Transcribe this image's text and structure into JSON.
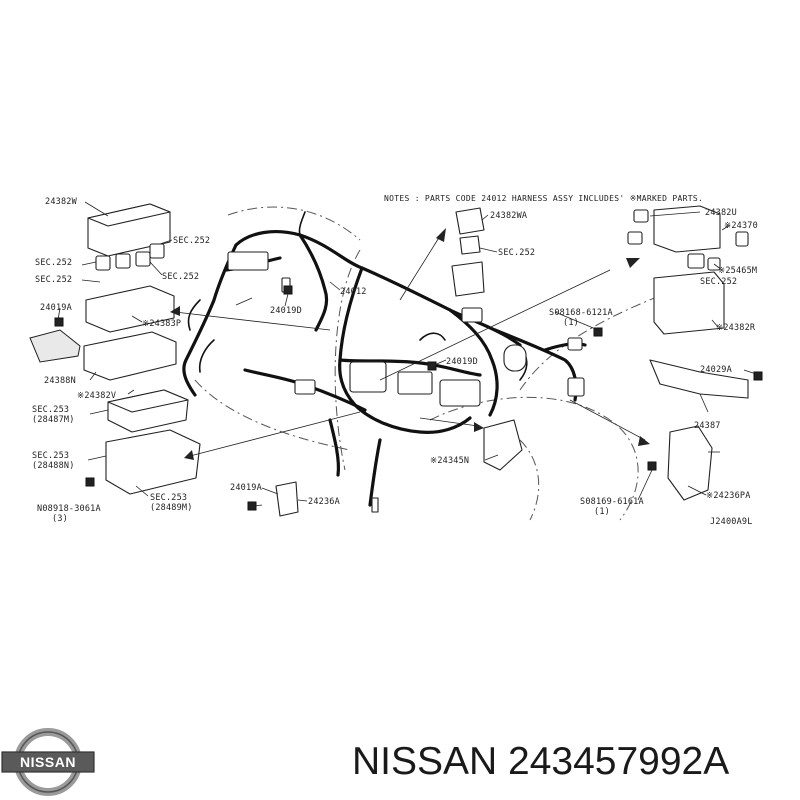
{
  "notes": "NOTES : PARTS CODE 24012 HARNESS ASSY INCLUDES' ※MARKED PARTS.",
  "labels": {
    "l_24382W": "24382W",
    "l_sec252_a": "SEC.252",
    "l_sec252_b": "SEC.252",
    "l_sec252_c": "SEC.252",
    "l_sec252_d": "SEC.252",
    "l_24019A_a": "24019A",
    "l_24383P": "※24383P",
    "l_24388N": "24388N",
    "l_24382V": "※24382V",
    "l_sec253_a": "SEC.253",
    "l_28487M": "(28487M)",
    "l_sec253_b": "SEC.253",
    "l_28488N": "(28488N)",
    "l_08918": "N08918-3061A",
    "l_qty3": "(3)",
    "l_sec253_c": "SEC.253",
    "l_28489M": "(28489M)",
    "l_24382WA": "24382WA",
    "l_sec252_e": "SEC.252",
    "l_24012": "24012",
    "l_24019D_a": "24019D",
    "l_24019D_b": "24019D",
    "l_08168": "S08168-6121A",
    "l_qty1_a": "(1)",
    "l_24382U": "24382U",
    "l_24370": "※24370",
    "l_25465M": "※25465M",
    "l_sec252_f": "SEC.252",
    "l_24382R": "※24382R",
    "l_24029A": "24029A",
    "l_24387": "24387",
    "l_24345N": "※24345N",
    "l_24019A_b": "24019A",
    "l_24236A": "24236A",
    "l_08169": "S08169-6161A",
    "l_qty1_b": "(1)",
    "l_24236PA": "※24236PA",
    "l_code": "J2400A9L"
  },
  "logo": {
    "text": "NISSAN"
  },
  "title": "NISSAN 243457992A"
}
